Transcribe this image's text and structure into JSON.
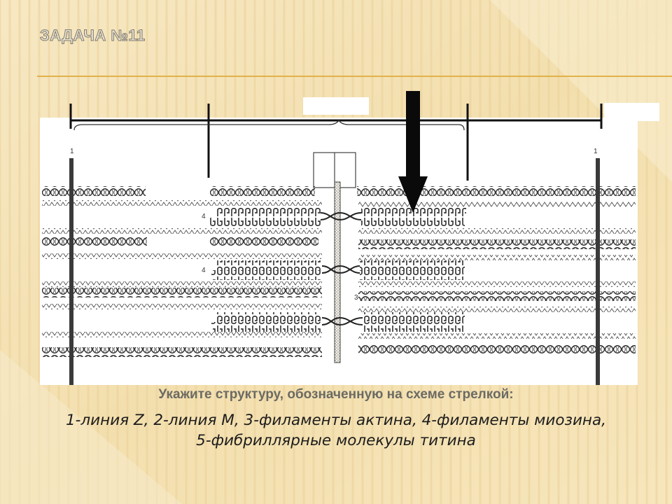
{
  "slide": {
    "title": "ЗАДАЧА №11",
    "question": "Укажите структуру, обозначенную на схеме стрелкой:",
    "options_line1": "1-линия Z, 2-линия М, 3-филаменты актина, 4-филаменты миозина,",
    "options_line2": "5-фибриллярные молекулы титина"
  },
  "diagram": {
    "labels": {
      "z_left": "1",
      "z_right": "1",
      "myosin_1": "4",
      "myosin_2": "4",
      "actin": "3"
    }
  },
  "colors": {
    "background": "#f6e6bd",
    "accent": "#e0b24a",
    "ink": "#1a1a1a"
  }
}
